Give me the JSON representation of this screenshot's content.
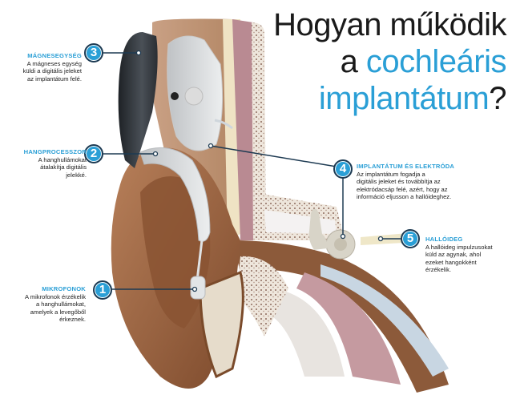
{
  "title": {
    "line1": "Hogyan működik",
    "line2_prefix": "a ",
    "line2_accent": "cochleáris",
    "line3_accent": "implantátum",
    "line3_suffix": "?"
  },
  "colors": {
    "accent": "#2a9fd6",
    "leader_line": "#1d3a52",
    "skin": "#a8704a",
    "bone": "#e6dccb",
    "muscle": "#b98a92",
    "processor_dark": "#2b2f33",
    "implant": "#e9e9ea"
  },
  "callouts": [
    {
      "number": "1",
      "heading": "MIKROFONOK",
      "text": [
        "A mikrofonok érzékelik",
        "a hanghullámokat,",
        "amelyek a levegőből",
        "érkeznek."
      ]
    },
    {
      "number": "2",
      "heading": "HANGPROCESSZOR",
      "text": [
        "A hanghullámokat",
        "átalakítja digitális",
        "jelekké."
      ]
    },
    {
      "number": "3",
      "heading": "MÁGNESEGYSÉG",
      "text": [
        "A mágneses egység",
        "küldi a digitális jeleket",
        "az implantátum felé."
      ]
    },
    {
      "number": "4",
      "heading": "IMPLANTÁTUM ÉS ELEKTRÓDA",
      "text": [
        "Az implantátum fogadja a",
        "digitális jeleket és továbbítja az",
        "elektródacsáp felé, azért, hogy az",
        "információ eljusson a hallóideghez."
      ]
    },
    {
      "number": "5",
      "heading": "HALLÓIDEG",
      "text": [
        "A hallóideg impulzusokat",
        "küld az agynak, ahol",
        "ezeket hangokként",
        "érzékelik."
      ]
    }
  ]
}
